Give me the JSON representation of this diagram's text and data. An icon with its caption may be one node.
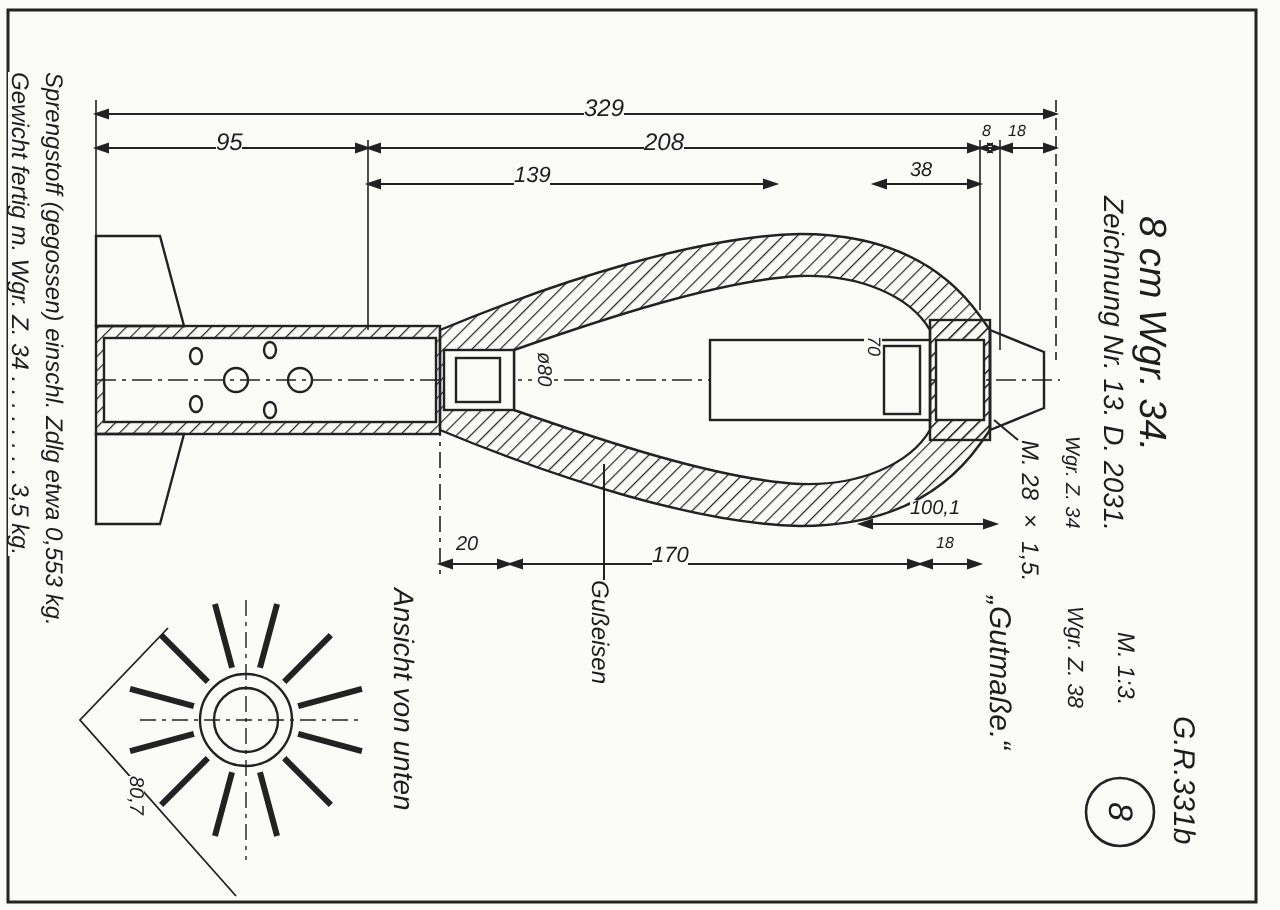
{
  "diagram": {
    "title": "8 cm Wgr. 34.",
    "nodes": [
      {
        "text": [
          "Gußeisen"
        ]
      },
      {
        "text": [
          "M. 28 × 1,5."
        ]
      },
      {
        "text": [
          "8"
        ]
      }
    ],
    "edges": [
      {
        "from": 0,
        "to": null,
        "arrow": "none"
      },
      {
        "from": 1,
        "to": null,
        "arrow": "none"
      }
    ],
    "labels": [
      "329",
      "95",
      "208",
      "8",
      "18",
      "139",
      "38",
      "Zeichnung Nr. 13. D. 2031.",
      "ø80",
      "70",
      "Wgr. Z. 34",
      "20",
      "170",
      "100,1",
      "18",
      "M. 1:3.",
      "G.R.331b",
      "Wgr. Z. 38",
      "„Gutmaße.“",
      "Ansicht von unten",
      "80,7",
      "Gewicht fertig m. Wgr. Z. 34 . . . . . . . . 3,5 kg.",
      "Sprengstoff (gegossen) einschl. Zdlg etwa 0,553 kg."
    ]
  }
}
